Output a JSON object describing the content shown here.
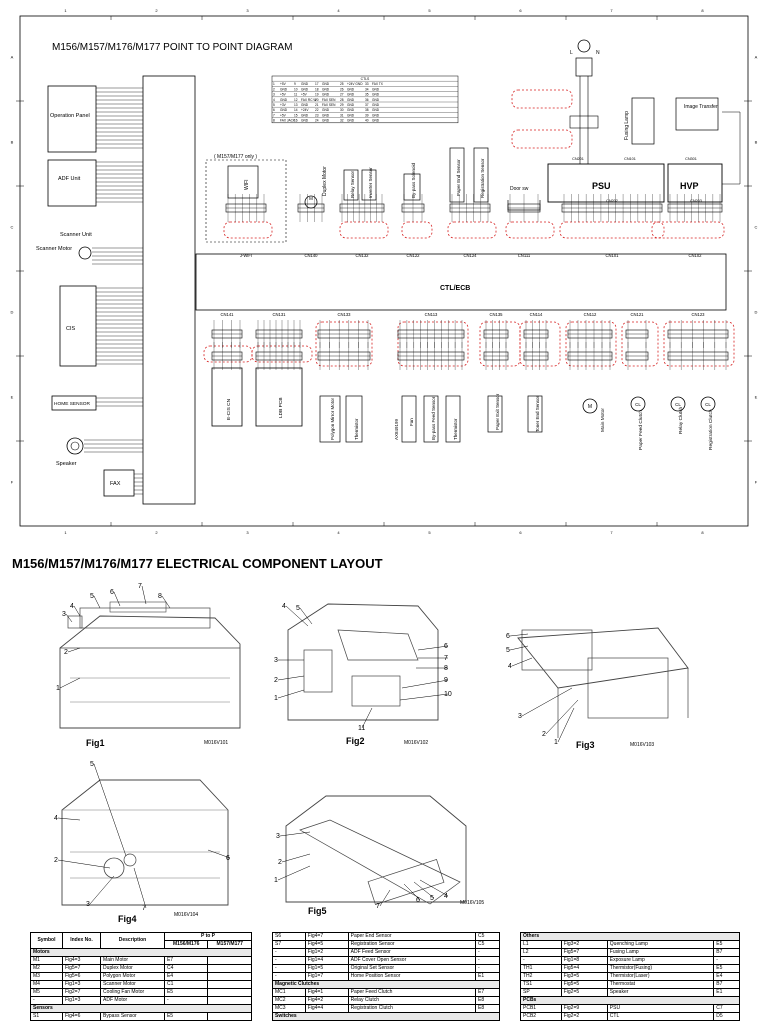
{
  "diagram": {
    "title": "M156/M157/M176/M177 POINT TO POINT DIAGRAM",
    "grid_cols": [
      "1",
      "2",
      "3",
      "4",
      "5",
      "6",
      "7",
      "8"
    ],
    "grid_rows": [
      "A",
      "B",
      "C",
      "D",
      "E",
      "F"
    ],
    "left_units": {
      "operation_panel": "Operation Panel",
      "adf_unit": "ADF Unit",
      "scanner_unit": "Scanner Unit",
      "scanner_motor": "Scanner Motor",
      "cis": "CIS",
      "home_sensor": "HOME SENSOR",
      "speaker": "Speaker",
      "fax": "FAX"
    },
    "top_units": {
      "wifi": "WIFI",
      "m157_only": "( M157/M177 only )",
      "duplex_motor": "Duplex Motor",
      "relay_sensor": "Relay Sensor",
      "inverter_sensor": "Inverter Sensor",
      "bypass_solenoid": "By-pass Solenoid",
      "paper_end_sensor": "Paper End Sensor",
      "registration_sensor": "Registration Sensor",
      "door_sw": "Door sw",
      "psu": "PSU",
      "hvp": "HVP",
      "fusing_lamp": "Fusing Lamp",
      "image_transfer": "Image Transfer",
      "l_label": "L",
      "n_label": "N"
    },
    "bus_label": "CTL/ECB",
    "bottom_units": {
      "ecis": "E-CIS CN",
      "ldb_pcb": "LDB PCB",
      "polygon": "Polygon Mirror Motor",
      "thermistor": "Thermistor",
      "asx": "AX849199",
      "fan": "Fan",
      "bypass_feed": "By-pass Feed Sensor",
      "thermistor2": "Thermistor",
      "paper_exit": "Paper Exit Sensor",
      "toner_end": "Toner End Sensor",
      "main_motor": "Main Motor",
      "paper_feed_clutch": "Paper Feed Clutch",
      "relay_clutch": "Relay Clutch",
      "registration_clutch": "Registration Clutch"
    },
    "top_cn": [
      "J-WIFI",
      "CN140",
      "CN132",
      "CN122",
      "CN124",
      "CN111",
      "CN101",
      "CN102"
    ],
    "bottom_cn": [
      "CN141",
      "CN131",
      "CN133",
      "CN113",
      "CN135",
      "CN114",
      "CN112",
      "CN121",
      "CN123"
    ],
    "psu_cn": [
      "CN201",
      "CN202",
      "CN101",
      "CN301",
      "CN203"
    ],
    "mini_table_title": "CTLS",
    "mini_table_rows": [
      [
        "1",
        "+5V",
        "9",
        "GND",
        "17",
        "GND",
        "25",
        "+24V GND",
        "33",
        "FAX TX"
      ],
      [
        "2",
        "GND",
        "10",
        "GND",
        "18",
        "GND",
        "26",
        "GND",
        "34",
        "GND"
      ],
      [
        "3",
        "+5V",
        "11",
        "+5V",
        "19",
        "GND",
        "27",
        "GND",
        "35",
        "GND"
      ],
      [
        "4",
        "GND",
        "12",
        "FAX RC W",
        "20",
        "FAX SEN",
        "28",
        "GND",
        "36",
        "GND"
      ],
      [
        "5",
        "+3V",
        "13",
        "GND",
        "21",
        "FAX SEN",
        "29",
        "GND",
        "37",
        "GND"
      ],
      [
        "6",
        "GND",
        "14",
        "+24V",
        "22",
        "GND",
        "30",
        "GND",
        "38",
        "GND"
      ],
      [
        "7",
        "+5V",
        "15",
        "GND",
        "23",
        "GND",
        "31",
        "GND",
        "39",
        "GND"
      ],
      [
        "8",
        "FAX JACK",
        "16",
        "GND",
        "24",
        "GND",
        "32",
        "GND",
        "40",
        "GND"
      ]
    ]
  },
  "layout": {
    "title": "M156/M157/M176/M177 ELECTRICAL COMPONENT LAYOUT",
    "figs": [
      {
        "label": "Fig1",
        "code": "M016V101",
        "callouts": [
          "1",
          "2",
          "3",
          "4",
          "5",
          "6",
          "7",
          "8"
        ]
      },
      {
        "label": "Fig2",
        "code": "M016V102",
        "callouts": [
          "1",
          "2",
          "3",
          "4",
          "5",
          "6",
          "7",
          "8",
          "9",
          "10",
          "11"
        ]
      },
      {
        "label": "Fig3",
        "code": "M016V103",
        "callouts": [
          "1",
          "2",
          "3",
          "4",
          "5",
          "6"
        ]
      },
      {
        "label": "Fig4",
        "code": "M016V104",
        "callouts": [
          "2",
          "3",
          "4",
          "5",
          "6",
          "7"
        ]
      },
      {
        "label": "Fig5",
        "code": "M016V105",
        "callouts": [
          "1",
          "2",
          "3",
          "4",
          "5",
          "6",
          "7"
        ]
      }
    ]
  },
  "table1": {
    "headers": [
      "Symbol",
      "Index No.",
      "Description",
      "P to P"
    ],
    "subheaders": [
      "M156/M176",
      "M157/M177"
    ],
    "rows": [
      {
        "group": "Motors"
      },
      {
        "cells": [
          "M1",
          "Fig4=3",
          "Main Motor",
          "E7",
          ""
        ]
      },
      {
        "cells": [
          "M2",
          "Fig5=7",
          "Duplex Motor",
          "C4",
          ""
        ]
      },
      {
        "cells": [
          "M3",
          "Fig5=6",
          "Polygon Motor",
          "E4",
          ""
        ]
      },
      {
        "cells": [
          "M4",
          "Fig1=3",
          "Scanner Motor",
          "C1",
          ""
        ]
      },
      {
        "cells": [
          "M5",
          "Fig2=7",
          "Cooling Fan Motor",
          "E5",
          ""
        ]
      },
      {
        "cells": [
          "-",
          "Fig1=3",
          "ADF Motor",
          "-",
          ""
        ]
      },
      {
        "group": "Sensors"
      },
      {
        "cells": [
          "S1",
          "Fig4=6",
          "Bypass Sensor",
          "E5",
          ""
        ]
      }
    ]
  },
  "table2": {
    "rows": [
      {
        "cells": [
          "S6",
          "Fig4=7",
          "Paper End Sensor",
          "C5"
        ]
      },
      {
        "cells": [
          "S7",
          "Fig4=5",
          "Registration Sensor",
          "C5"
        ]
      },
      {
        "cells": [
          "-",
          "Fig1=2",
          "ADF Feed Sensor",
          "-"
        ]
      },
      {
        "cells": [
          "-",
          "Fig1=4",
          "ADF Cover Open Sensor",
          "-"
        ]
      },
      {
        "cells": [
          "-",
          "Fig1=5",
          "Original Set Sensor",
          "-"
        ]
      },
      {
        "cells": [
          "-",
          "Fig1=7",
          "Home Position Sensor",
          "E1"
        ]
      },
      {
        "group": "Magnetic Clutches"
      },
      {
        "cells": [
          "MC1",
          "Fig4=1",
          "Paper Feed Clutch",
          "E7"
        ]
      },
      {
        "cells": [
          "MC2",
          "Fig4=2",
          "Relay Clutch",
          "E8"
        ]
      },
      {
        "cells": [
          "MC3",
          "Fig4=4",
          "Registration Clutch",
          "E8"
        ]
      },
      {
        "group": "Switches"
      }
    ]
  },
  "table3": {
    "rows": [
      {
        "group": "Others"
      },
      {
        "cells": [
          "L1",
          "Fig3=2",
          "Quenching Lamp",
          "E5"
        ]
      },
      {
        "cells": [
          "L2",
          "Fig5=7",
          "Fusing Lamp",
          "B7"
        ]
      },
      {
        "cells": [
          "-",
          "Fig1=8",
          "Exposure Lamp",
          "-"
        ]
      },
      {
        "cells": [
          "TH1",
          "Fig5=4",
          "Thermistor(Fusing)",
          "E5"
        ]
      },
      {
        "cells": [
          "TH2",
          "Fig3=5",
          "Thermistor(Laser)",
          "E4"
        ]
      },
      {
        "cells": [
          "TS1",
          "Fig5=5",
          "Thermostat",
          "B7"
        ]
      },
      {
        "cells": [
          "SP",
          "Fig2=5",
          "Speaker",
          "E1"
        ]
      },
      {
        "group": "PCBs"
      },
      {
        "cells": [
          "PCB1",
          "Fig2=9",
          "PSU",
          "C7"
        ]
      },
      {
        "cells": [
          "PCB2",
          "Fig2=2",
          "CTL",
          "D5"
        ]
      }
    ]
  }
}
